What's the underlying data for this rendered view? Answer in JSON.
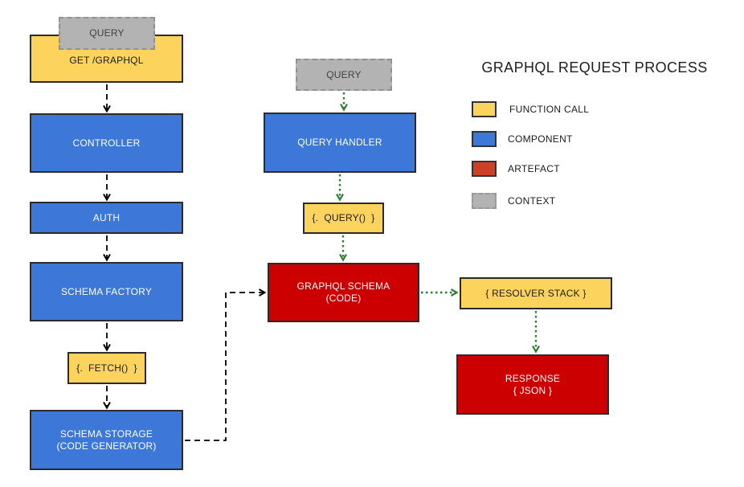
{
  "title": "GRAPHQL REQUEST PROCESS",
  "colors": {
    "function_call": "#FBD35D",
    "component": "#3D78D8",
    "artefact": "#CC0000",
    "artefact_legend": "#CC4125",
    "context": "#B3B3B3",
    "node_border": "#2b2b2b",
    "black_arrow": "#000000",
    "green_arrow": "#2E7D32"
  },
  "nodes": {
    "query_left": {
      "label": "QUERY",
      "type": "context"
    },
    "get_graphql": {
      "label": "GET /GRAPHQL",
      "type": "function-call"
    },
    "controller": {
      "label": "CONTROLLER",
      "type": "component"
    },
    "auth": {
      "label": "AUTH",
      "type": "component"
    },
    "schema_factory": {
      "label": "SCHEMA FACTORY",
      "type": "component"
    },
    "fetch_call": {
      "label": "{.  FETCH()  }",
      "type": "function-call"
    },
    "schema_storage": {
      "label": "SCHEMA STORAGE",
      "label2": "(CODE GENERATOR)",
      "type": "component"
    },
    "query_mid": {
      "label": "QUERY",
      "type": "context"
    },
    "query_handler": {
      "label": "QUERY HANDLER",
      "type": "component"
    },
    "query_call": {
      "label": "{.  QUERY()  }",
      "type": "function-call"
    },
    "graphql_schema": {
      "label": "GRAPHQL SCHEMA",
      "label2": "(CODE)",
      "type": "artefact"
    },
    "resolver_stack": {
      "label": "{ RESOLVER STACK }",
      "type": "function-call"
    },
    "response": {
      "label": "RESPONSE",
      "label2": "{ JSON }",
      "type": "artefact"
    }
  },
  "legend": {
    "items": [
      {
        "label": "FUNCTION CALL",
        "type": "function-call"
      },
      {
        "label": "COMPONENT",
        "type": "component"
      },
      {
        "label": "ARTEFACT",
        "type": "artefact"
      },
      {
        "label": "CONTEXT",
        "type": "context"
      }
    ]
  }
}
